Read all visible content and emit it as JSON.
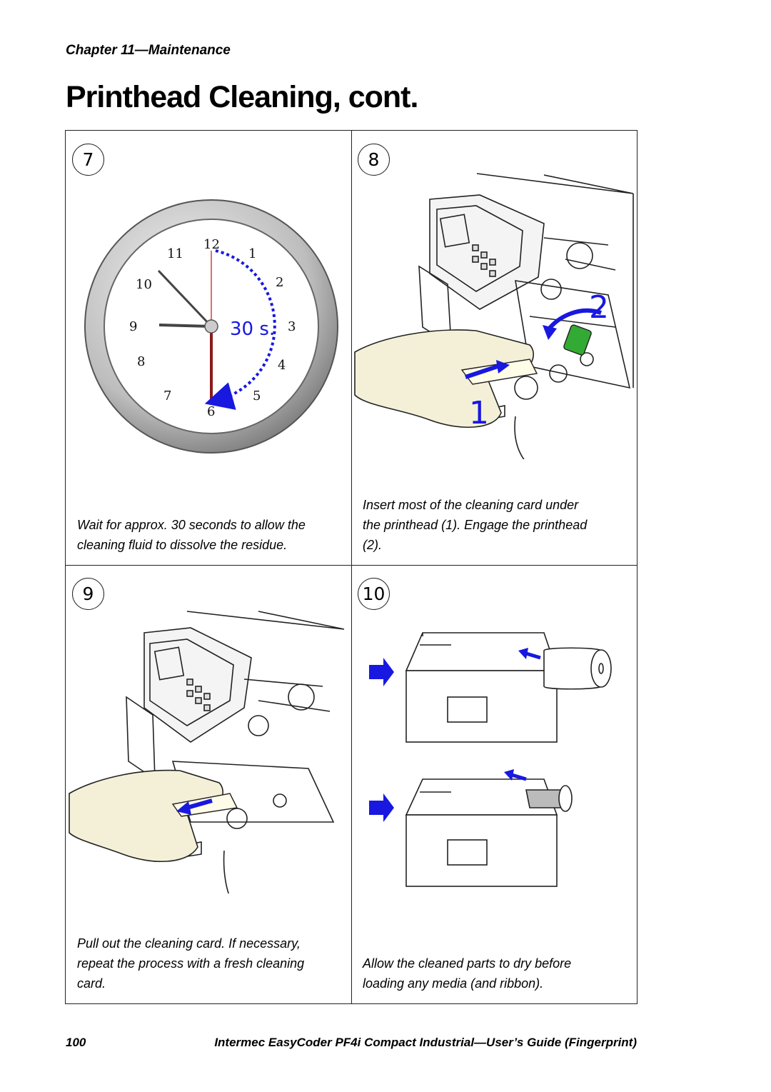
{
  "header": {
    "chapter": "Chapter 11—Maintenance",
    "title": "Printhead Cleaning, cont."
  },
  "steps": [
    {
      "number": "7",
      "caption_lines": [
        "Wait for approx. 30 seconds to allow the",
        "cleaning fluid to dissolve the residue."
      ],
      "clock": {
        "numerals": [
          "12",
          "1",
          "2",
          "3",
          "4",
          "5",
          "6",
          "7",
          "8",
          "9",
          "10",
          "11"
        ],
        "label": "30 s."
      }
    },
    {
      "number": "8",
      "caption_lines": [
        "Insert most of the cleaning card under",
        "the printhead (1). Engage the printhead",
        "(2)."
      ],
      "callouts": [
        "1",
        "2"
      ]
    },
    {
      "number": "9",
      "caption_lines": [
        "Pull out the cleaning card. If necessary,",
        "repeat the process with a fresh cleaning",
        "card."
      ]
    },
    {
      "number": "10",
      "caption_lines": [
        "Allow the cleaned parts to dry before",
        "loading any media (and ribbon)."
      ]
    }
  ],
  "footer": {
    "page_number": "100",
    "text": "Intermec EasyCoder PF4i Compact Industrial—User’s Guide (Fingerprint)"
  },
  "colors": {
    "accent_blue": "#1818e0",
    "second_hand": "#8b1a1a"
  }
}
